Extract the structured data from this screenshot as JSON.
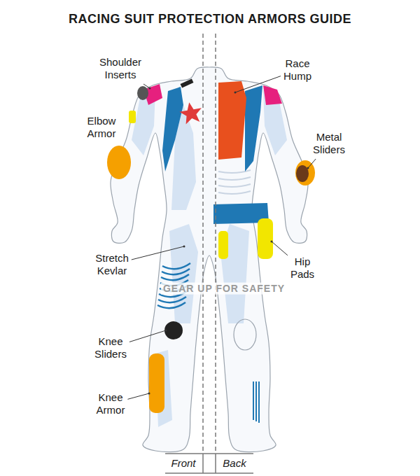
{
  "diagram": {
    "title": "RACING SUIT PROTECTION ARMORS GUIDE",
    "labels": [
      "Shoulder Inserts",
      "Race Hump",
      "Elbow Armor",
      "Metal Sliders",
      "Stretch Kevlar",
      "Hip Pads",
      "GEAR UP FOR SAFETY",
      "Knee Sliders",
      "Knee Armor",
      "Front",
      "Back"
    ]
  }
}
